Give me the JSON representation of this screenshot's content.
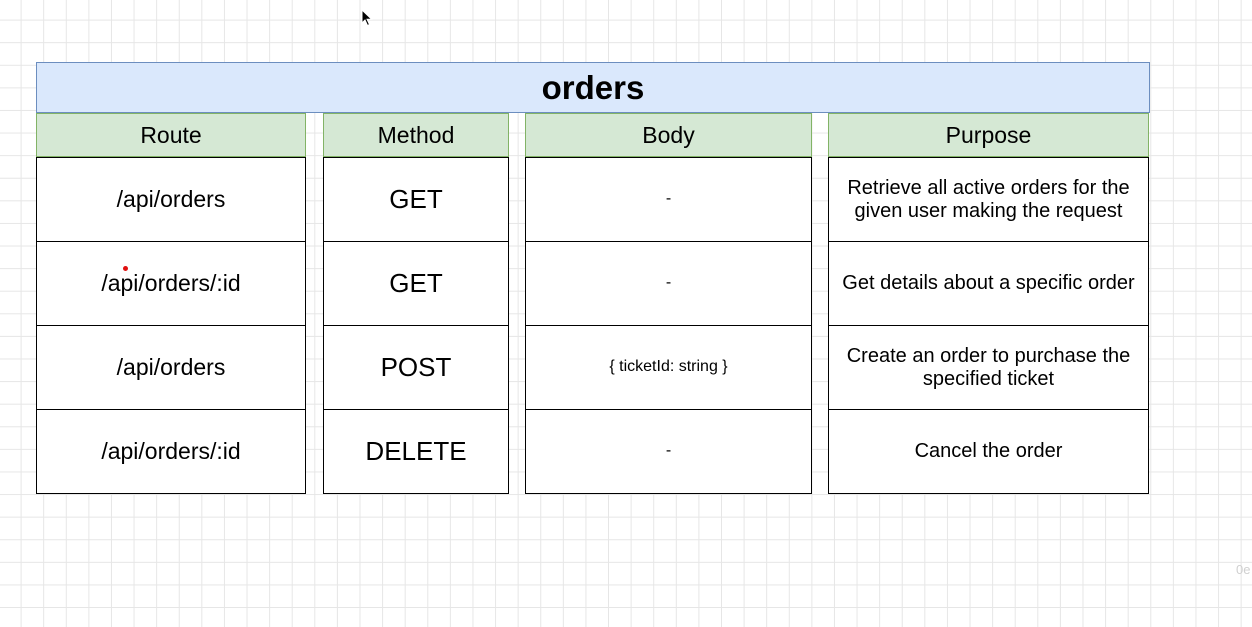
{
  "title": "orders",
  "columns": [
    {
      "header": "Route",
      "cells": [
        "/api/orders",
        "/api/orders/:id",
        "/api/orders",
        "/api/orders/:id"
      ]
    },
    {
      "header": "Method",
      "cells": [
        "GET",
        "GET",
        "POST",
        "DELETE"
      ]
    },
    {
      "header": "Body",
      "cells": [
        "-",
        "-",
        "{ ticketId: string }",
        "-"
      ]
    },
    {
      "header": "Purpose",
      "cells": [
        "Retrieve all active orders for the given user making the request",
        "Get details about a specific order",
        "Create an order to purchase the specified ticket",
        "Cancel the order"
      ]
    }
  ],
  "edge_label": "0e",
  "colors": {
    "title_fill": "#dae8fc",
    "title_border": "#6c8ebf",
    "header_fill": "#d5e8d4",
    "header_border": "#82b366",
    "grid": "#e6e6e6"
  },
  "icons": [
    "mouse-cursor-icon"
  ]
}
